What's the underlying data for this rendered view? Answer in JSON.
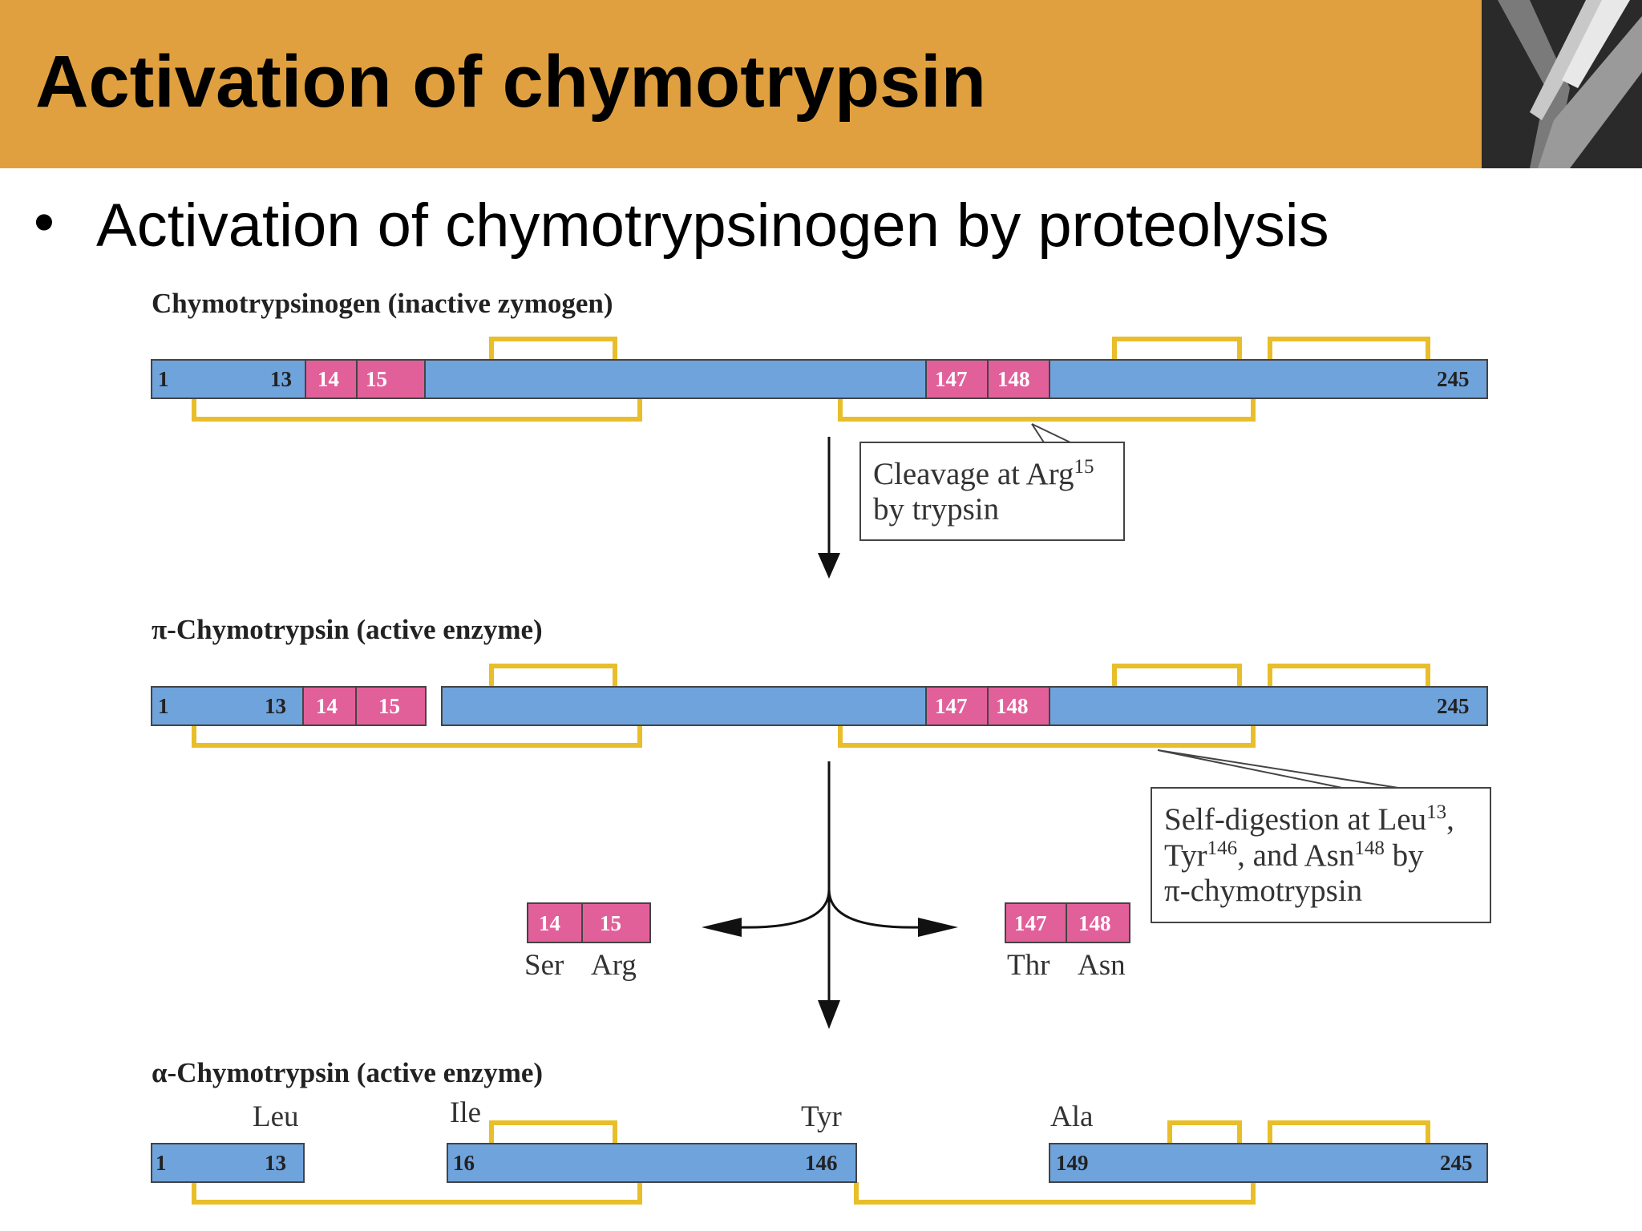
{
  "slide": {
    "title": "Activation of chymotrypsin",
    "bullet": "Activation of chymotrypsinogen by proteolysis"
  },
  "diagram": {
    "stage1": {
      "label": "Chymotrypsinogen (inactive zymogen)",
      "numbers": {
        "start": "1",
        "n13": "13",
        "n14": "14",
        "n15": "15",
        "n147": "147",
        "n148": "148",
        "end": "245"
      }
    },
    "callout1": {
      "line1_text": "Cleavage at Arg",
      "line1_sup": "15",
      "line2": "by trypsin"
    },
    "stage2": {
      "label": "π-Chymotrypsin (active enzyme)",
      "numbers": {
        "start": "1",
        "n13": "13",
        "n14": "14",
        "n15": "15",
        "n147": "147",
        "n148": "148",
        "end": "245"
      }
    },
    "callout2": {
      "line1_text": "Self-digestion at Leu",
      "line1_sup": "13",
      "line1_tail": ",",
      "line2_a": "Tyr",
      "line2_sup1": "146",
      "line2_b": ", and Asn",
      "line2_sup2": "148",
      "line2_c": " by",
      "line3": "π-chymotrypsin"
    },
    "fragments": {
      "left": {
        "a": "14",
        "b": "15",
        "res_a": "Ser",
        "res_b": "Arg"
      },
      "right": {
        "a": "147",
        "b": "148",
        "res_a": "Thr",
        "res_b": "Asn"
      }
    },
    "stage3": {
      "label": "α-Chymotrypsin (active enzyme)",
      "residues": {
        "leu": "Leu",
        "ile": "Ile",
        "tyr": "Tyr",
        "ala": "Ala"
      },
      "numbers": {
        "start": "1",
        "n13": "13",
        "n16": "16",
        "n146": "146",
        "n149": "149",
        "end": "245"
      }
    },
    "colors": {
      "chain": "#6FA3DC",
      "cut": "#E2609A",
      "disulfide": "#E8BE2A",
      "header": "#E0A040"
    }
  }
}
